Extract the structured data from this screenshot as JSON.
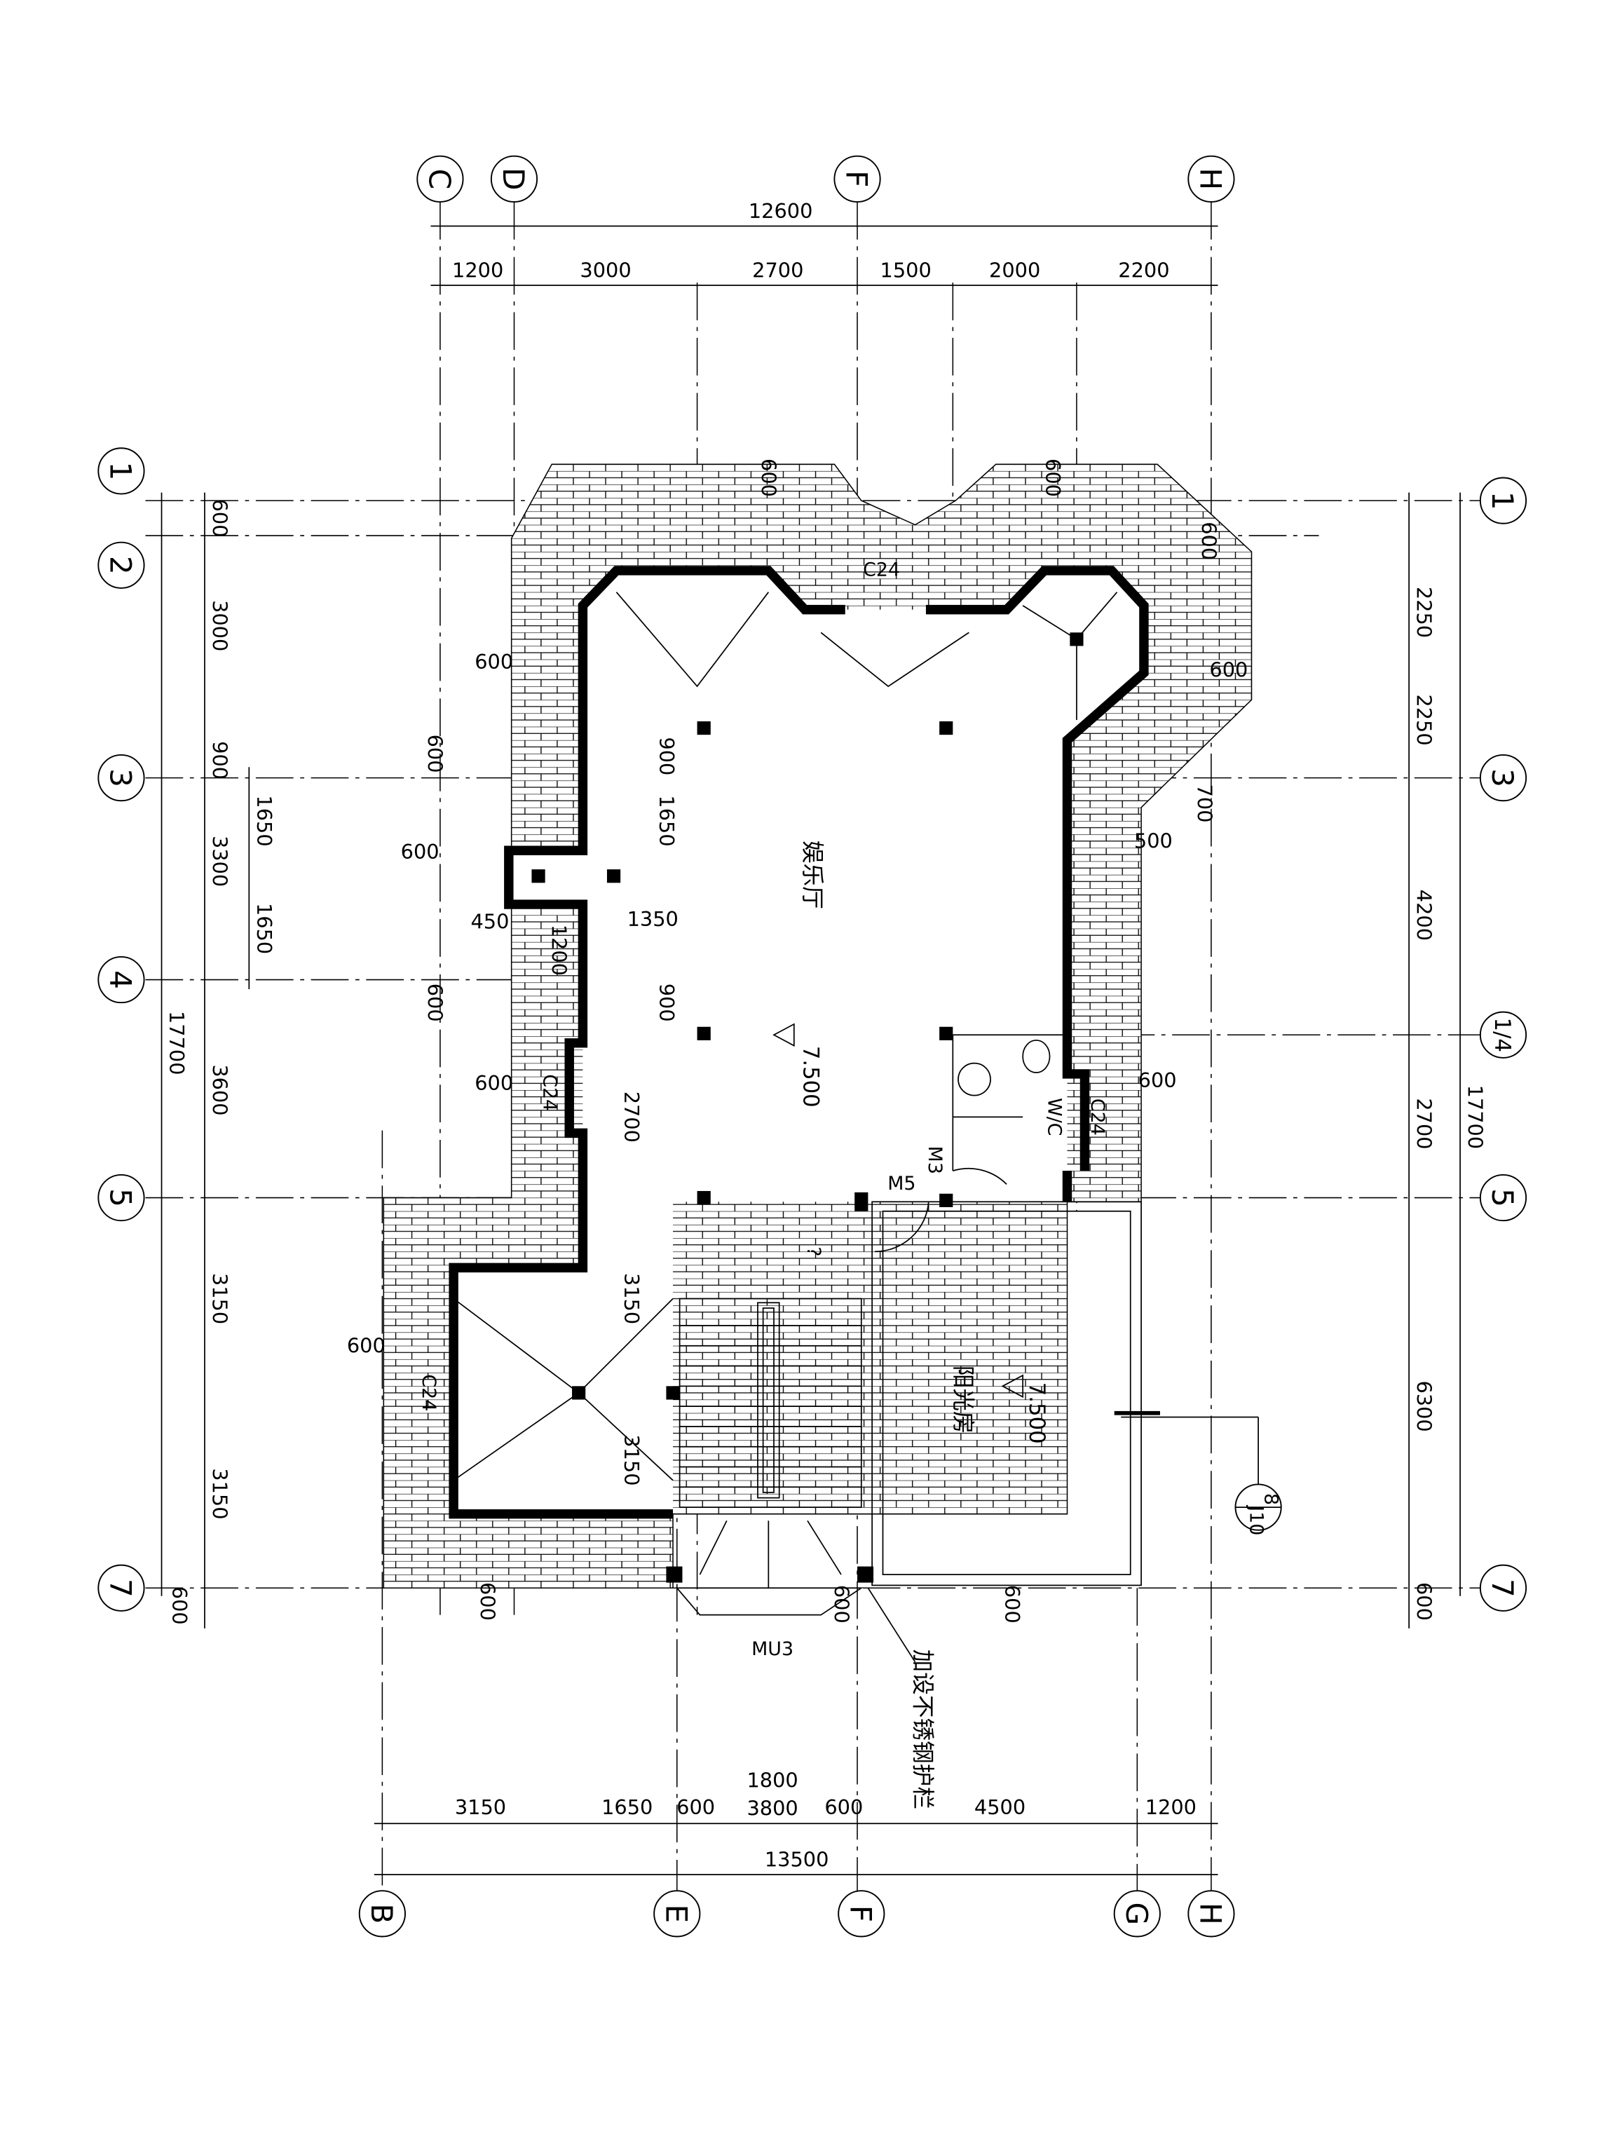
{
  "axes": {
    "top": [
      "C",
      "D",
      "F",
      "H"
    ],
    "bottom": [
      "B",
      "E",
      "F",
      "G",
      "H"
    ],
    "left": [
      "1",
      "2",
      "3",
      "4",
      "5",
      "7"
    ],
    "right": [
      "1",
      "3",
      "1/4",
      "5",
      "7"
    ]
  },
  "dims": {
    "top": [
      "12600",
      "1200",
      "3000",
      "2700",
      "1500",
      "2000",
      "2200"
    ],
    "bottom": [
      "3150",
      "1650",
      "600",
      "3800",
      "1800",
      "600",
      "4500",
      "1200",
      "13500"
    ],
    "left": [
      "600",
      "3000",
      "900",
      "3300",
      "3600",
      "3150",
      "3150",
      "600",
      "17700",
      "1650",
      "1650"
    ],
    "right": [
      "2250",
      "2250",
      "4200",
      "2700",
      "6300",
      "600",
      "17700"
    ],
    "interior": [
      "600",
      "600",
      "600",
      "600",
      "600",
      "900",
      "1650",
      "1350",
      "1200",
      "450",
      "600",
      "900",
      "2700",
      "3150",
      "3150",
      "600",
      "600",
      "600",
      "600",
      "500",
      "700",
      "600",
      "600",
      "600",
      "600"
    ]
  },
  "rooms": {
    "entertainment": "娱乐厅",
    "entertainment_level": "7.500",
    "sunroom": "阳光房",
    "sunroom_level": "7.500",
    "wc": "W/C",
    "stair_mark": "?"
  },
  "openings": {
    "c24": [
      "C24",
      "C24",
      "C24",
      "C24"
    ],
    "m3": "M3",
    "m5": "M5",
    "mu3": "MU3"
  },
  "note": "加设不锈钢护栏",
  "detail_ref": {
    "number": "8",
    "sheet": "J10"
  }
}
